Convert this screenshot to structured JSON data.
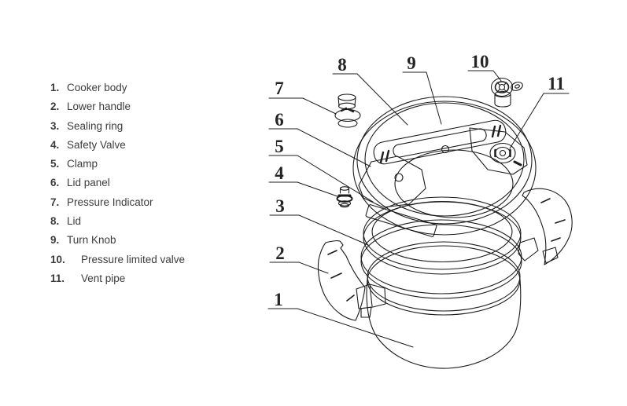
{
  "colors": {
    "background": "#ffffff",
    "ink": "#1c1c1c",
    "text": "#3c3c3c"
  },
  "legend": {
    "items": [
      {
        "num": "1.",
        "label": "Cooker body"
      },
      {
        "num": "2.",
        "label": "Lower handle"
      },
      {
        "num": "3.",
        "label": "Sealing ring"
      },
      {
        "num": "4.",
        "label": "Safety Valve"
      },
      {
        "num": "5.",
        "label": "Clamp"
      },
      {
        "num": "6.",
        "label": "Lid panel"
      },
      {
        "num": "7.",
        "label": "Pressure Indicator"
      },
      {
        "num": "8.",
        "label": "Lid"
      },
      {
        "num": "9.",
        "label": "Turn Knob"
      },
      {
        "num": "10.",
        "label": "Pressure limited valve"
      },
      {
        "num": "11.",
        "label": "Vent pipe"
      }
    ]
  },
  "diagram": {
    "callouts": [
      {
        "n": "1"
      },
      {
        "n": "2"
      },
      {
        "n": "3"
      },
      {
        "n": "4"
      },
      {
        "n": "5"
      },
      {
        "n": "6"
      },
      {
        "n": "7"
      },
      {
        "n": "8"
      },
      {
        "n": "9"
      },
      {
        "n": "10"
      },
      {
        "n": "11"
      }
    ]
  }
}
